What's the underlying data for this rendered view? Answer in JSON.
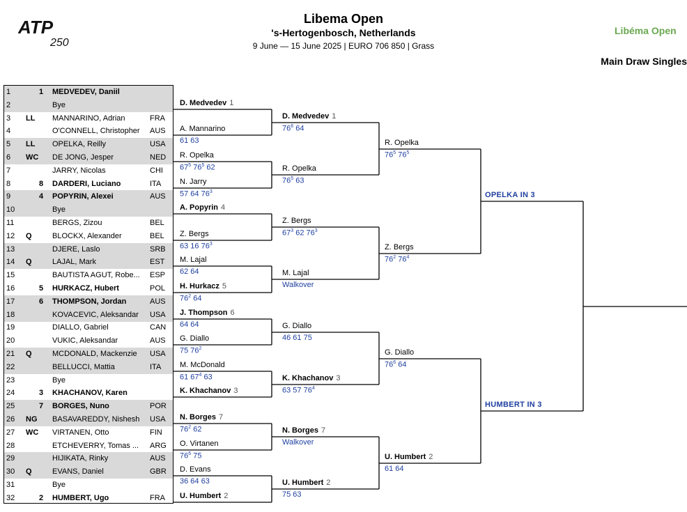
{
  "header": {
    "logo_text": "ATP 250",
    "title": "Libema Open",
    "subtitle": "'s-Hertogenbosch, Netherlands",
    "info": "9 June — 15 June 2025 | EURO 706 850 | Grass",
    "brand_text": "Libéma Open",
    "section": "Main Draw Singles"
  },
  "draw": [
    {
      "num": "1",
      "seed": "1",
      "entry": "",
      "name": "MEDVEDEV, Daniil",
      "nat": "",
      "bold": true
    },
    {
      "num": "2",
      "seed": "",
      "entry": "",
      "name": "Bye",
      "nat": "",
      "bold": false
    },
    {
      "num": "3",
      "seed": "",
      "entry": "LL",
      "name": "MANNARINO, Adrian",
      "nat": "FRA",
      "bold": false
    },
    {
      "num": "4",
      "seed": "",
      "entry": "",
      "name": "O'CONNELL, Christopher",
      "nat": "AUS",
      "bold": false
    },
    {
      "num": "5",
      "seed": "",
      "entry": "LL",
      "name": "OPELKA, Reilly",
      "nat": "USA",
      "bold": false
    },
    {
      "num": "6",
      "seed": "",
      "entry": "WC",
      "name": "DE JONG, Jesper",
      "nat": "NED",
      "bold": false
    },
    {
      "num": "7",
      "seed": "",
      "entry": "",
      "name": "JARRY, Nicolas",
      "nat": "CHI",
      "bold": false
    },
    {
      "num": "8",
      "seed": "8",
      "entry": "",
      "name": "DARDERI, Luciano",
      "nat": "ITA",
      "bold": true
    },
    {
      "num": "9",
      "seed": "4",
      "entry": "",
      "name": "POPYRIN, Alexei",
      "nat": "AUS",
      "bold": true
    },
    {
      "num": "10",
      "seed": "",
      "entry": "",
      "name": "Bye",
      "nat": "",
      "bold": false
    },
    {
      "num": "11",
      "seed": "",
      "entry": "",
      "name": "BERGS, Zizou",
      "nat": "BEL",
      "bold": false
    },
    {
      "num": "12",
      "seed": "",
      "entry": "Q",
      "name": "BLOCKX, Alexander",
      "nat": "BEL",
      "bold": false
    },
    {
      "num": "13",
      "seed": "",
      "entry": "",
      "name": "DJERE, Laslo",
      "nat": "SRB",
      "bold": false
    },
    {
      "num": "14",
      "seed": "",
      "entry": "Q",
      "name": "LAJAL, Mark",
      "nat": "EST",
      "bold": false
    },
    {
      "num": "15",
      "seed": "",
      "entry": "",
      "name": "BAUTISTA AGUT, Robe...",
      "nat": "ESP",
      "bold": false
    },
    {
      "num": "16",
      "seed": "5",
      "entry": "",
      "name": "HURKACZ, Hubert",
      "nat": "POL",
      "bold": true
    },
    {
      "num": "17",
      "seed": "6",
      "entry": "",
      "name": "THOMPSON, Jordan",
      "nat": "AUS",
      "bold": true
    },
    {
      "num": "18",
      "seed": "",
      "entry": "",
      "name": "KOVACEVIC, Aleksandar",
      "nat": "USA",
      "bold": false
    },
    {
      "num": "19",
      "seed": "",
      "entry": "",
      "name": "DIALLO, Gabriel",
      "nat": "CAN",
      "bold": false
    },
    {
      "num": "20",
      "seed": "",
      "entry": "",
      "name": "VUKIC, Aleksandar",
      "nat": "AUS",
      "bold": false
    },
    {
      "num": "21",
      "seed": "",
      "entry": "Q",
      "name": "MCDONALD, Mackenzie",
      "nat": "USA",
      "bold": false
    },
    {
      "num": "22",
      "seed": "",
      "entry": "",
      "name": "BELLUCCI, Mattia",
      "nat": "ITA",
      "bold": false
    },
    {
      "num": "23",
      "seed": "",
      "entry": "",
      "name": "Bye",
      "nat": "",
      "bold": false
    },
    {
      "num": "24",
      "seed": "3",
      "entry": "",
      "name": "KHACHANOV, Karen",
      "nat": "",
      "bold": true
    },
    {
      "num": "25",
      "seed": "7",
      "entry": "",
      "name": "BORGES, Nuno",
      "nat": "POR",
      "bold": true
    },
    {
      "num": "26",
      "seed": "",
      "entry": "NG",
      "name": "BASAVAREDDY, Nishesh",
      "nat": "USA",
      "bold": false
    },
    {
      "num": "27",
      "seed": "",
      "entry": "WC",
      "name": "VIRTANEN, Otto",
      "nat": "FIN",
      "bold": false
    },
    {
      "num": "28",
      "seed": "",
      "entry": "",
      "name": "ETCHEVERRY, Tomas ...",
      "nat": "ARG",
      "bold": false
    },
    {
      "num": "29",
      "seed": "",
      "entry": "",
      "name": "HIJIKATA, Rinky",
      "nat": "AUS",
      "bold": false
    },
    {
      "num": "30",
      "seed": "",
      "entry": "Q",
      "name": "EVANS, Daniel",
      "nat": "GBR",
      "bold": false
    },
    {
      "num": "31",
      "seed": "",
      "entry": "",
      "name": "Bye",
      "nat": "",
      "bold": false
    },
    {
      "num": "32",
      "seed": "2",
      "entry": "",
      "name": "HUMBERT, Ugo",
      "nat": "FRA",
      "bold": true
    }
  ],
  "r1": [
    {
      "name": "D. Medvedev",
      "seed": "1",
      "bold": true,
      "score": ""
    },
    {
      "name": "A. Mannarino",
      "seed": "",
      "bold": false,
      "score": "61 63"
    },
    {
      "name": "R. Opelka",
      "seed": "",
      "bold": false,
      "score": "67<sup>5</sup> 76<sup>5</sup> 62"
    },
    {
      "name": "N. Jarry",
      "seed": "",
      "bold": false,
      "score": "57 64 76<sup>3</sup>"
    },
    {
      "name": "A. Popyrin",
      "seed": "4",
      "bold": true,
      "score": ""
    },
    {
      "name": "Z. Bergs",
      "seed": "",
      "bold": false,
      "score": "63 16 76<sup>3</sup>"
    },
    {
      "name": "M. Lajal",
      "seed": "",
      "bold": false,
      "score": "62 64"
    },
    {
      "name": "H. Hurkacz",
      "seed": "5",
      "bold": true,
      "score": "76<sup>2</sup> 64"
    },
    {
      "name": "J. Thompson",
      "seed": "6",
      "bold": true,
      "score": "64 64"
    },
    {
      "name": "G. Diallo",
      "seed": "",
      "bold": false,
      "score": "75 76<sup>2</sup>"
    },
    {
      "name": "M. McDonald",
      "seed": "",
      "bold": false,
      "score": "61 67<sup>4</sup> 63"
    },
    {
      "name": "K. Khachanov",
      "seed": "3",
      "bold": true,
      "score": ""
    },
    {
      "name": "N. Borges",
      "seed": "7",
      "bold": true,
      "score": "76<sup>2</sup> 62"
    },
    {
      "name": "O. Virtanen",
      "seed": "",
      "bold": false,
      "score": "76<sup>6</sup> 75"
    },
    {
      "name": "D. Evans",
      "seed": "",
      "bold": false,
      "score": "36 64 63"
    },
    {
      "name": "U. Humbert",
      "seed": "2",
      "bold": true,
      "score": ""
    }
  ],
  "r2": [
    {
      "name": "D. Medvedev",
      "seed": "1",
      "bold": true,
      "score": "76<sup>6</sup> 64"
    },
    {
      "name": "R. Opelka",
      "seed": "",
      "bold": false,
      "score": "76<sup>5</sup> 63"
    },
    {
      "name": "Z. Bergs",
      "seed": "",
      "bold": false,
      "score": "67<sup>3</sup> 62 76<sup>3</sup>"
    },
    {
      "name": "M. Lajal",
      "seed": "",
      "bold": false,
      "score": "Walkover"
    },
    {
      "name": "G. Diallo",
      "seed": "",
      "bold": false,
      "score": "46 61 75"
    },
    {
      "name": "K. Khachanov",
      "seed": "3",
      "bold": true,
      "score": "63 57 76<sup>4</sup>"
    },
    {
      "name": "N. Borges",
      "seed": "7",
      "bold": true,
      "score": "Walkover"
    },
    {
      "name": "U. Humbert",
      "seed": "2",
      "bold": true,
      "score": "75 63"
    }
  ],
  "qf": [
    {
      "name": "R. Opelka",
      "seed": "",
      "bold": false,
      "score": "76<sup>5</sup> 76<sup>5</sup>"
    },
    {
      "name": "Z. Bergs",
      "seed": "",
      "bold": false,
      "score": "76<sup>2</sup> 76<sup>4</sup>"
    },
    {
      "name": "G. Diallo",
      "seed": "",
      "bold": false,
      "score": "76<sup>6</sup> 64"
    },
    {
      "name": "U. Humbert",
      "seed": "2",
      "bold": true,
      "score": "61 64"
    }
  ],
  "sf": [
    {
      "name": "OPELKA IN 3"
    },
    {
      "name": "HUMBERT IN 3"
    }
  ]
}
